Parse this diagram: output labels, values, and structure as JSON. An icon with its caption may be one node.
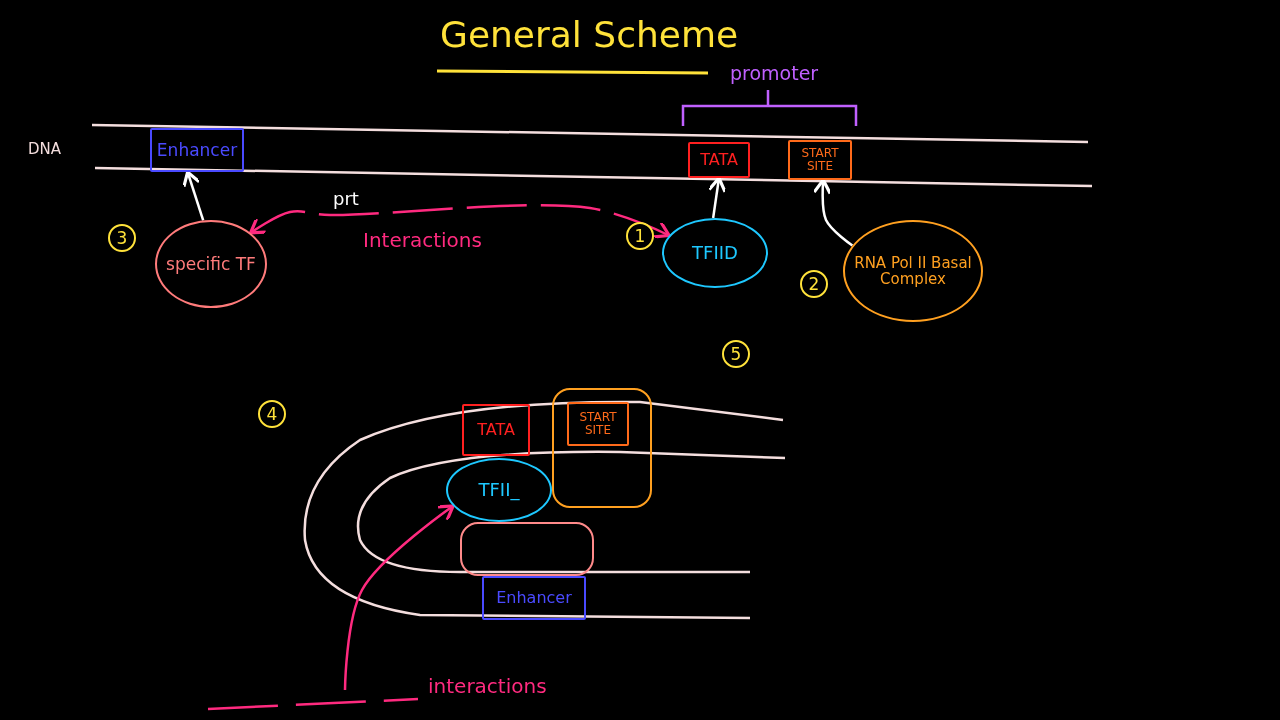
{
  "diagram": {
    "title": "General Scheme",
    "nodes": [
      {
        "text": [
          "Enhancer"
        ]
      },
      {
        "text": [
          "TATA"
        ]
      },
      {
        "text": [
          "START SITE"
        ]
      },
      {
        "text": [
          "specific TF"
        ]
      },
      {
        "text": [
          "TFIID"
        ]
      },
      {
        "text": [
          "RNA Pol II Basal Complex"
        ]
      },
      {
        "text": [
          "TATA"
        ]
      },
      {
        "text": [],
        "shape": "box"
      },
      {
        "text": [
          "START SITE"
        ],
        "in": 7
      },
      {
        "text": [
          "TFII_"
        ]
      },
      {
        "text": [],
        "shape": "box"
      },
      {
        "text": [
          "Enhancer"
        ]
      }
    ],
    "edges": [
      {
        "from": 3,
        "to": 0,
        "arrow": "to"
      },
      {
        "from": 4,
        "to": 1,
        "arrow": "to"
      },
      {
        "from": 5,
        "to": 2,
        "arrow": "to"
      },
      {
        "from": 3,
        "to": 4,
        "arrow": "both",
        "label": "Interactions",
        "style": "dashed",
        "color": "#ff2a7f"
      },
      {
        "from": null,
        "to": 9,
        "arrow": "to",
        "color": "#ff2a7f"
      }
    ],
    "labels": [
      "DNA",
      "promoter",
      "prt",
      "1",
      "2",
      "3",
      "4",
      "5",
      "interactions"
    ]
  }
}
